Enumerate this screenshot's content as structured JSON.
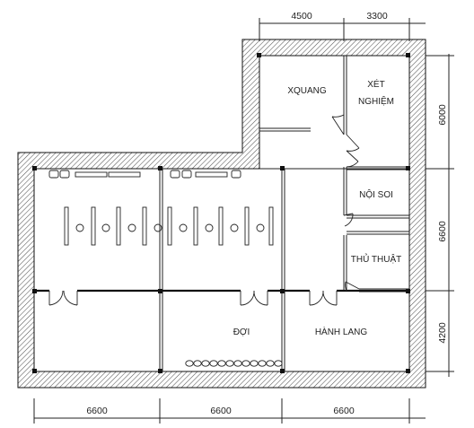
{
  "dimensions": {
    "top": [
      "4500",
      "3300"
    ],
    "right": [
      "6000",
      "6600",
      "4200"
    ],
    "bottom": [
      "6600",
      "6600",
      "6600"
    ]
  },
  "rooms": {
    "xquang": "XQUANG",
    "xet_nghiem_1": "XÉT",
    "xet_nghiem_2": "NGHIỆM",
    "noi_soi": "NỘI SOI",
    "thu_thuat": "THỦ THUẬT",
    "doi": "ĐỢI",
    "hanh_lang": "HÀNH LANG"
  },
  "colors": {
    "line": "#111111",
    "background": "#ffffff"
  }
}
